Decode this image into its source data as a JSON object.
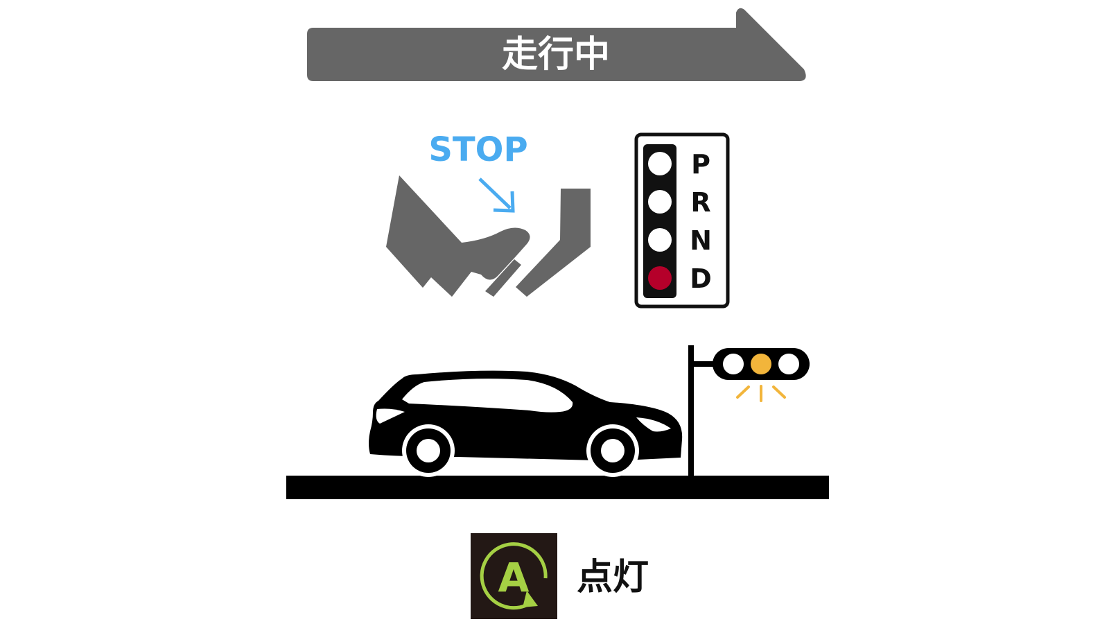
{
  "banner": {
    "label": "走行中",
    "color": "#666666"
  },
  "pedal": {
    "stop_label": "STOP",
    "accent_color": "#4aabf0",
    "color": "#666666"
  },
  "gear_selector": {
    "positions": [
      "P",
      "R",
      "N",
      "D"
    ],
    "active_position": "D",
    "active_color": "#b5002a"
  },
  "traffic_light": {
    "lit_lamp": "amber",
    "lit_color": "#f2b53b"
  },
  "indicator": {
    "symbol": "A",
    "status_label": "点灯",
    "symbol_color": "#a5d044",
    "background": "#231815"
  },
  "icons": [
    "arrow-banner-icon",
    "foot-on-brake-pedal-icon",
    "down-right-arrow-icon",
    "gear-shift-icon",
    "car-icon",
    "traffic-light-icon",
    "auto-hold-icon"
  ]
}
